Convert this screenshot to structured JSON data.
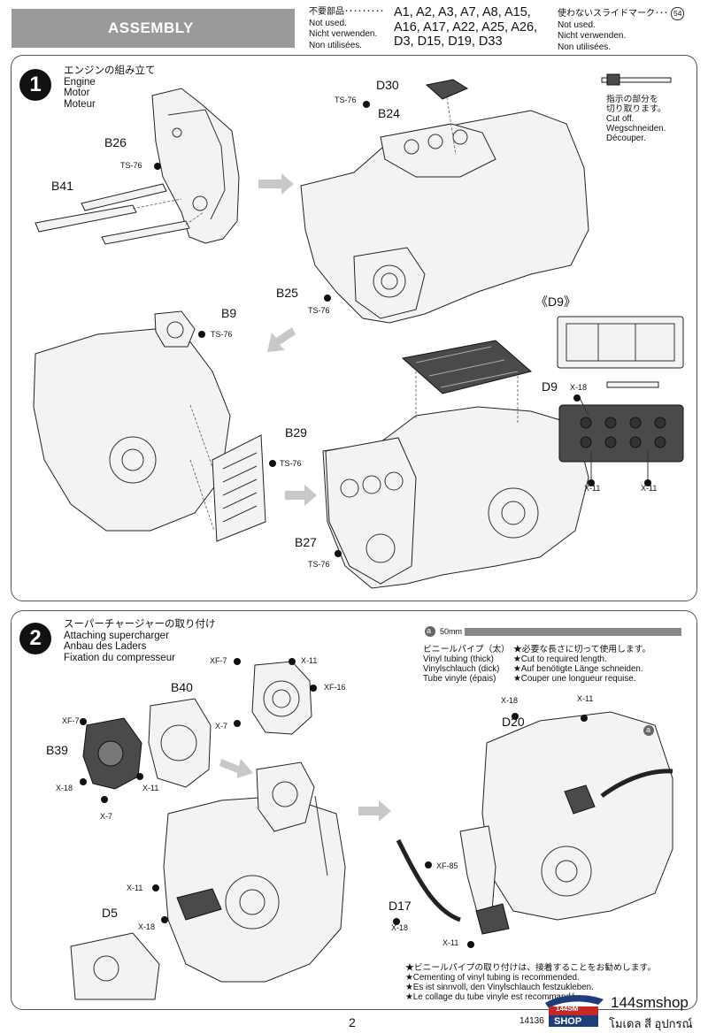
{
  "header": {
    "title": "ASSEMBLY",
    "not_used_ja": "不要部品",
    "not_used_en": "Not used.",
    "not_used_de": "Nicht verwenden.",
    "not_used_fr": "Non utilisées.",
    "not_used_parts_line1": "A1, A2, A3, A7, A8, A15,",
    "not_used_parts_line2": "A16, A17, A22, A25, A26,",
    "not_used_parts_line3": "D3, D15, D19, D33",
    "unused_mark_ja": "使わないスライドマーク",
    "unused_mark_num": "54",
    "unused_mark_en": "Not used.",
    "unused_mark_de": "Nicht verwenden.",
    "unused_mark_fr": "Non utilisées."
  },
  "step1": {
    "number": "1",
    "title_ja": "エンジンの組み立て",
    "title_en": "Engine",
    "title_de": "Motor",
    "title_fr": "Moteur",
    "labels": {
      "b26": "B26",
      "ts76_1": "TS-76",
      "b41": "B41",
      "d30": "D30",
      "ts76_2": "TS-76",
      "b24": "B24",
      "b25": "B25",
      "ts76_3": "TS-76",
      "b9": "B9",
      "ts76_4": "TS-76",
      "b29": "B29",
      "ts76_5": "TS-76",
      "b27": "B27",
      "ts76_6": "TS-76",
      "d9_bracket": "《D9》",
      "d9": "D9",
      "x18": "X-18",
      "x11a": "X-11",
      "x11b": "X-11"
    },
    "cut_note_ja1": "指示の部分を",
    "cut_note_ja2": "切り取ります。",
    "cut_note_en": "Cut off.",
    "cut_note_de": "Wegschneiden.",
    "cut_note_fr": "Découper."
  },
  "step2": {
    "number": "2",
    "title_ja": "スーパーチャージャーの取り付け",
    "title_en": "Attaching supercharger",
    "title_de": "Anbau des Laders",
    "title_fr": "Fixation du compresseur",
    "labels": {
      "xf7a": "XF-7",
      "x11a": "X-11",
      "xf16": "XF-16",
      "x7a": "X-7",
      "b40": "B40",
      "xf7b": "XF-7",
      "b39": "B39",
      "x18a": "X-18",
      "x11b": "X-11",
      "x7b": "X-7",
      "x11c": "X-11",
      "d5": "D5",
      "x18b": "X-18",
      "x18c": "X-18",
      "x11d": "X-11",
      "d20": "D20",
      "a_mark": "a",
      "xf85": "XF-85",
      "d17": "D17",
      "x18d": "X-18",
      "x11e": "X-11"
    },
    "tube": {
      "a_mark": "a",
      "length": "50mm",
      "ja": "ビニールパイプ（太）",
      "en": "Vinyl tubing (thick)",
      "de": "Vinylschlauch (dick)",
      "fr": "Tube vinyle (épais)",
      "inst_ja": "★必要な長さに切って使用します。",
      "inst_en": "★Cut to required length.",
      "inst_de": "★Auf benötigte Länge schneiden.",
      "inst_fr": "★Couper une longueur requise."
    },
    "bottom_note": {
      "ja": "★ビニールパイプの取り付けは、接着することをお勧めします。",
      "en": "★Cementing of vinyl tubing is recommended.",
      "de": "★Es ist sinnvoll, den Vinylschlauch festzukleben.",
      "fr": "★Le collage du tube vinyle est recommandé."
    }
  },
  "footer": {
    "page": "2",
    "code": "14136"
  },
  "watermark": {
    "logo_top": "144SM",
    "logo_bottom": "SHOP",
    "name": "144smshop",
    "thai": "โมเดล สี อุปกรณ์"
  }
}
